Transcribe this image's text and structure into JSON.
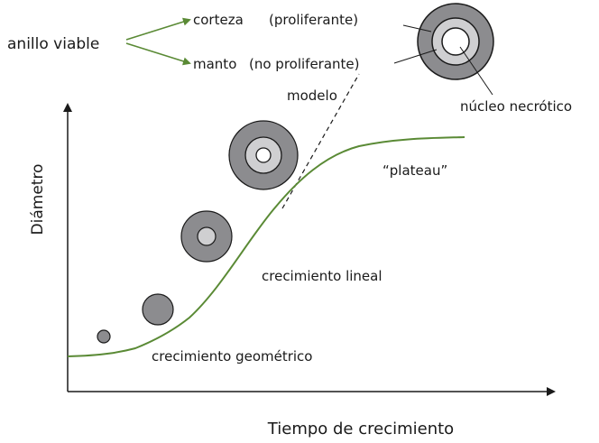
{
  "legend": {
    "ring_label": "anillo viable",
    "cortex_label": "corteza",
    "cortex_desc": "(proliferante)",
    "mantle_label": "manto",
    "mantle_desc": "(no proliferante)",
    "necrotic_label": "núcleo necrótico"
  },
  "plot": {
    "x_axis_label": "Tiempo de crecimiento",
    "y_axis_label": "Diámetro",
    "model_label": "modelo",
    "plateau_label": "“plateau”",
    "linear_label": "crecimiento lineal",
    "geometric_label": "crecimiento geométrico"
  },
  "colors": {
    "curve": "#5a8a35",
    "arrow_green": "#5a8a35",
    "outer_ring": "#8c8c8f",
    "middle_ring": "#cfcfd1",
    "core": "#ffffff",
    "stroke": "#1a1a1a"
  }
}
